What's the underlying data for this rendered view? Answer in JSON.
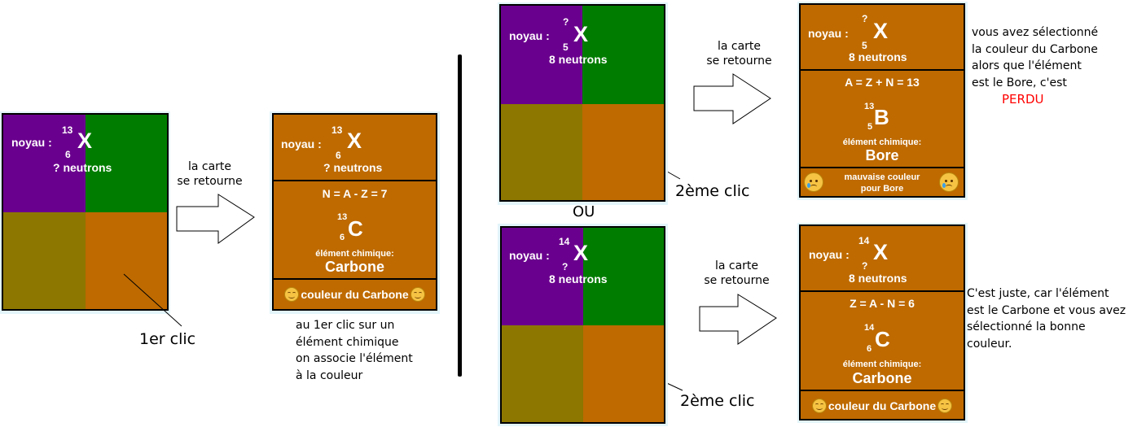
{
  "colors": {
    "purple": "#6a008e",
    "green": "#007d00",
    "olive": "#8d7700",
    "orange": "#be6a00",
    "lost": "#ff0000"
  },
  "step1": {
    "card": {
      "label": "noyau :",
      "mass": "13",
      "atomic": "6",
      "symbol": "X",
      "neutrons": "? neutrons"
    },
    "click_label": "1er clic",
    "arrow_caption_line1": "la carte",
    "arrow_caption_line2": "se retourne",
    "revealed": {
      "label": "noyau :",
      "mass": "13",
      "atomic": "6",
      "symbol": "X",
      "neutrons": "? neutrons",
      "formula": "N = A - Z = 7",
      "el_mass": "13",
      "el_atomic": "6",
      "el_symbol": "C",
      "el_caption": "élément chimique:",
      "el_name": "Carbone",
      "footer": "couleur du Carbone",
      "footer_icon": "smile-icon"
    },
    "note_lines": [
      "au 1er clic sur un",
      "élément chimique",
      "on associe l'élément",
      "à la couleur"
    ]
  },
  "step2a": {
    "card": {
      "label": "noyau :",
      "mass": "?",
      "atomic": "5",
      "symbol": "X",
      "neutrons": "8 neutrons"
    },
    "click_label": "2ème clic",
    "arrow_caption_line1": "la carte",
    "arrow_caption_line2": "se retourne",
    "revealed": {
      "label": "noyau :",
      "mass": "?",
      "atomic": "5",
      "symbol": "X",
      "neutrons": "8 neutrons",
      "formula": "A = Z + N = 13",
      "el_mass": "13",
      "el_atomic": "5",
      "el_symbol": "B",
      "el_caption": "élément chimique:",
      "el_name": "Bore",
      "footer_line1": "mauvaise couleur",
      "footer_line2": "pour Bore",
      "footer_icon": "crying-face-icon"
    },
    "note_lines": [
      "vous avez sélectionné",
      "la couleur du Carbone",
      "alors que l'élément",
      "est le Bore, c'est"
    ],
    "result": "PERDU"
  },
  "or_label": "OU",
  "step2b": {
    "card": {
      "label": "noyau :",
      "mass": "14",
      "atomic": "?",
      "symbol": "X",
      "neutrons": "8 neutrons"
    },
    "click_label": "2ème clic",
    "arrow_caption_line1": "la carte",
    "arrow_caption_line2": "se retourne",
    "revealed": {
      "label": "noyau :",
      "mass": "14",
      "atomic": "?",
      "symbol": "X",
      "neutrons": "8 neutrons",
      "formula": "Z = A - N = 6",
      "el_mass": "14",
      "el_atomic": "6",
      "el_symbol": "C",
      "el_caption": "élément chimique:",
      "el_name": "Carbone",
      "footer": "couleur du Carbone",
      "footer_icon": "smile-icon"
    },
    "note_lines": [
      "C'est juste, car  l'élément",
      "est le Carbone et vous avez",
      "sélectionné la bonne",
      "couleur."
    ]
  }
}
